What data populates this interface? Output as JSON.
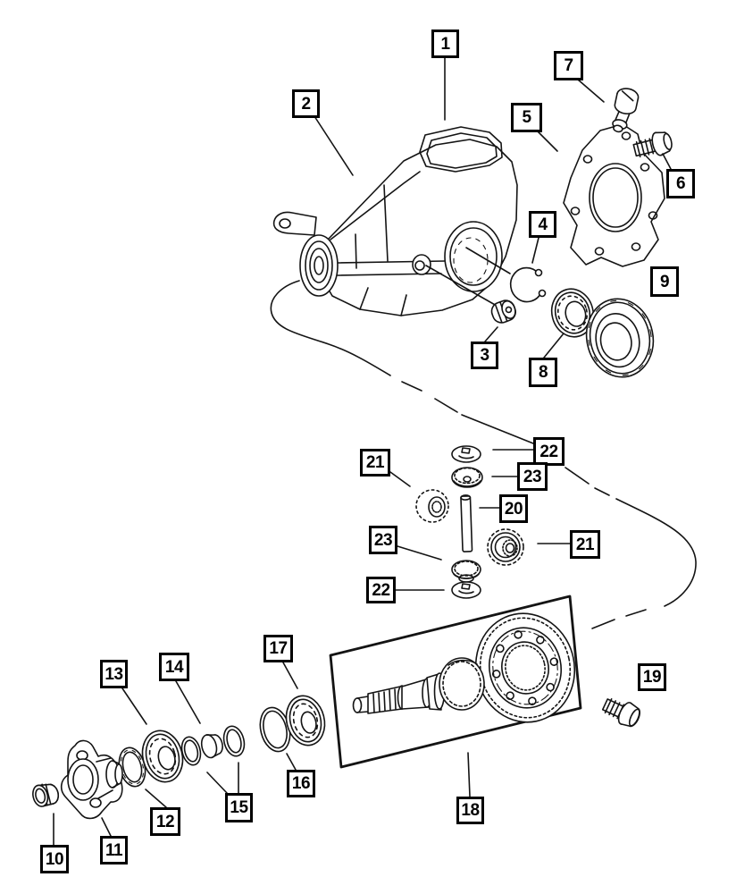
{
  "colors": {
    "background": "#ffffff",
    "line": "#141414"
  },
  "callouts": [
    {
      "label": "1"
    },
    {
      "label": "7"
    },
    {
      "label": "2"
    },
    {
      "label": "5"
    },
    {
      "label": "6"
    },
    {
      "label": "4"
    },
    {
      "label": "9"
    },
    {
      "label": "3"
    },
    {
      "label": "8"
    },
    {
      "label": "22"
    },
    {
      "label": "21"
    },
    {
      "label": "23"
    },
    {
      "label": "20"
    },
    {
      "label": "23"
    },
    {
      "label": "21"
    },
    {
      "label": "22"
    },
    {
      "label": "17"
    },
    {
      "label": "14"
    },
    {
      "label": "13"
    },
    {
      "label": "19"
    },
    {
      "label": "16"
    },
    {
      "label": "15"
    },
    {
      "label": "18"
    },
    {
      "label": "12"
    },
    {
      "label": "11"
    },
    {
      "label": "10"
    }
  ]
}
